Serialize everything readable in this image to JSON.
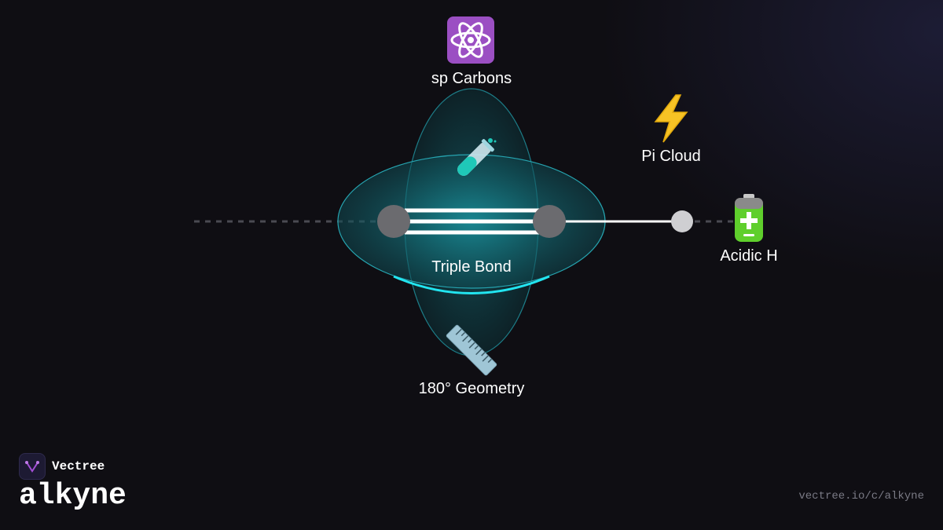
{
  "labels": {
    "sp_carbons": "sp Carbons",
    "pi_cloud": "Pi Cloud",
    "acidic_h": "Acidic H",
    "triple_bond": "Triple Bond",
    "geometry": "180° Geometry"
  },
  "icons": {
    "sp_carbons": "atom-icon",
    "pi_cloud": "lightning-icon",
    "acidic_h": "battery-icon",
    "triple_bond": "test-tube-icon",
    "geometry": "ruler-icon"
  },
  "colors": {
    "accent": "#22e5f0",
    "orbital": "#157a85",
    "carbon": "#6b6b6f",
    "hydrogen": "#cfcfd2",
    "background": "#0f0e13"
  },
  "brand": {
    "name": "Vectree",
    "title": "alkyne",
    "url": "vectree.io/c/alkyne"
  }
}
